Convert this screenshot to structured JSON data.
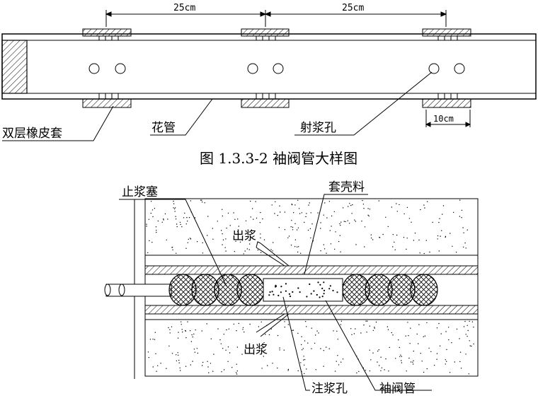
{
  "top_diagram": {
    "dim_left": "25cm",
    "dim_right": "25cm",
    "dim_sleeve": "10cm",
    "label_rubber_sleeve": "双层橡皮套",
    "label_perforated_pipe": "花管",
    "label_injection_hole": "射浆孔",
    "caption": "图 1.3.3-2  袖阀管大样图"
  },
  "bottom_diagram": {
    "label_stop_plug": "止浆塞",
    "label_sheath_material": "套壳料",
    "label_outflow_top": "出浆",
    "label_outflow_bottom": "出浆",
    "label_grout_hole": "注浆孔",
    "label_sleeve_valve_pipe": "袖阀管"
  },
  "colors": {
    "line": "#000000",
    "background": "#ffffff"
  }
}
